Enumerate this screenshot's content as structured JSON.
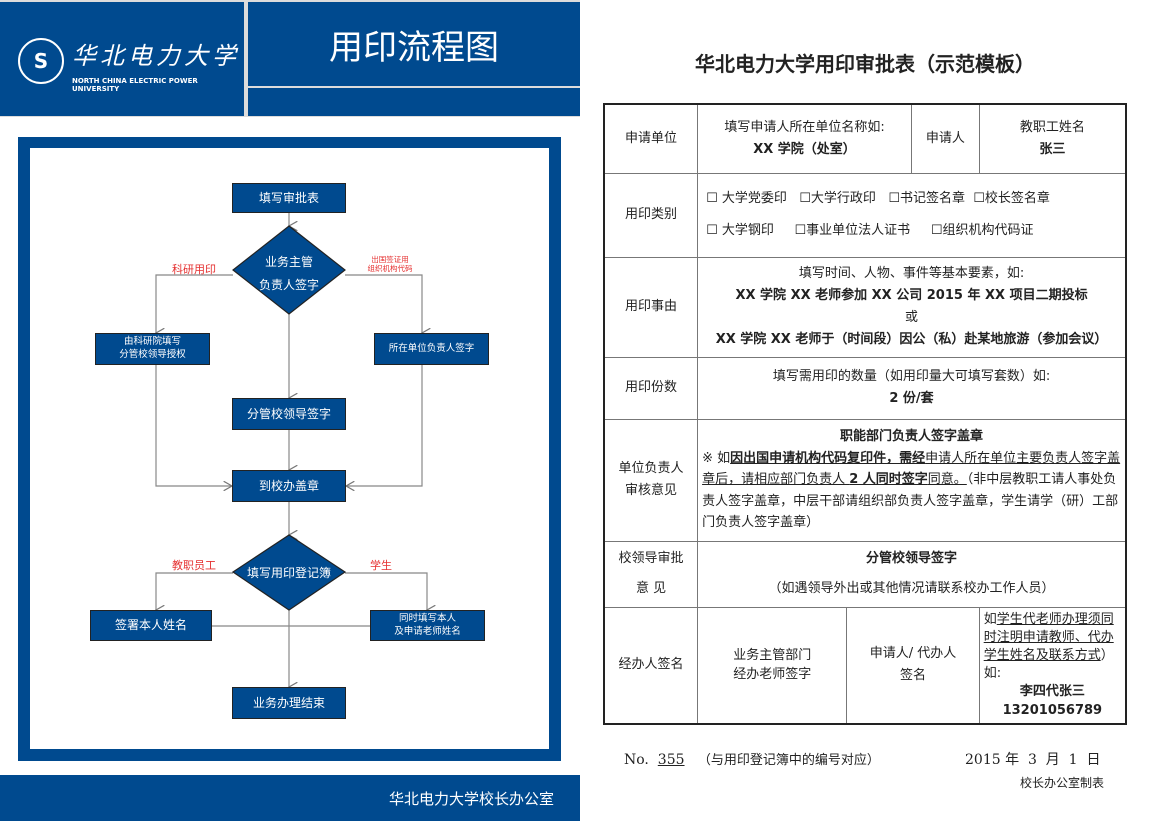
{
  "header": {
    "logo_cn": "华北电力大学",
    "logo_en": "NORTH CHINA ELECTRIC POWER UNIVERSITY",
    "title": "用印流程图"
  },
  "flow": {
    "start": "填写审批表",
    "d1_l1": "业务主管",
    "d1_l2": "负责人签字",
    "lbl_research": "科研用印",
    "lbl_abroad_1": "出国签证用",
    "lbl_abroad_2": "组织机构代码",
    "left1_l1": "由科研院填写",
    "left1_l2": "分管校领导授权",
    "right1": "所在单位负责人签字",
    "mid": "分管校领导签字",
    "stamp": "到校办盖章",
    "d2": "填写用印登记簿",
    "lbl_staff": "教职员工",
    "lbl_student": "学生",
    "left2": "签署本人姓名",
    "right2_l1": "同时填写本人",
    "right2_l2": "及申请老师姓名",
    "end": "业务办理结束"
  },
  "footer": "华北电力大学校长办公室",
  "form": {
    "title": "华北电力大学用印审批表（示范模板）",
    "r1": {
      "h": "申请单位",
      "v1": "填写申请人所在单位名称如:",
      "v2": "XX 学院（处室）",
      "h2": "申请人",
      "v3": "教职工姓名",
      "v4": "张三"
    },
    "r2": {
      "h": "用印类别",
      "opts": [
        "☐ 大学党委印",
        "☐大学行政印",
        "☐书记签名章",
        "☐校长签名章",
        "☐ 大学钢印",
        "☐事业单位法人证书",
        "☐组织机构代码证"
      ]
    },
    "r3": {
      "h": "用印事由",
      "l1": "填写时间、人物、事件等基本要素，如:",
      "l2": "XX 学院 XX 老师参加 XX 公司 2015 年 XX 项目二期投标",
      "l3": "或",
      "l4": "XX 学院 XX 老师于（时间段）因公（私）赴某地旅游（参加会议）"
    },
    "r4": {
      "h": "用印份数",
      "l1": "填写需用印的数量（如用印量大可填写套数）如:",
      "l2": "2 份/套"
    },
    "r5": {
      "h1": "单位负责人",
      "h2": "审核意见",
      "l1": "职能部门负责人签字盖章",
      "p1": "※ 如",
      "p2": "因出国申请机构代码复印件，需经",
      "p3": "申请人所在单位主要负责人签字盖章后，请相应部门负责人 ",
      "p4": "2 人同时签字",
      "p5": "同意。",
      "p6": "（非中层教职工请人事处负责人签字盖章，中层干部请组织部负责人签字盖章，学生请学（研）工部门负责人签字盖章）"
    },
    "r6": {
      "h1": "校领导审批",
      "h2": "意 见",
      "l1": "分管校领导签字",
      "l2": "（如遇领导外出或其他情况请联系校办工作人员）"
    },
    "r7": {
      "h": "经办人签名",
      "c1a": "业务主管部门",
      "c1b": "经办老师签字",
      "c2a": "申请人/ 代办人",
      "c2b": "签名",
      "c3a": "如",
      "c3b": "学生代老师办理须同时注明申请教师、代办学生姓名及联系方式",
      "c3c": "）",
      "c3d": "如:",
      "c3e": "李四代张三",
      "c3f": "13201056789"
    },
    "no_label": "No.",
    "no": "355",
    "no_note": "（与用印登记簿中的编号对应）",
    "date": "2015 年  3  月  1  日",
    "maker": "校长办公室制表"
  }
}
